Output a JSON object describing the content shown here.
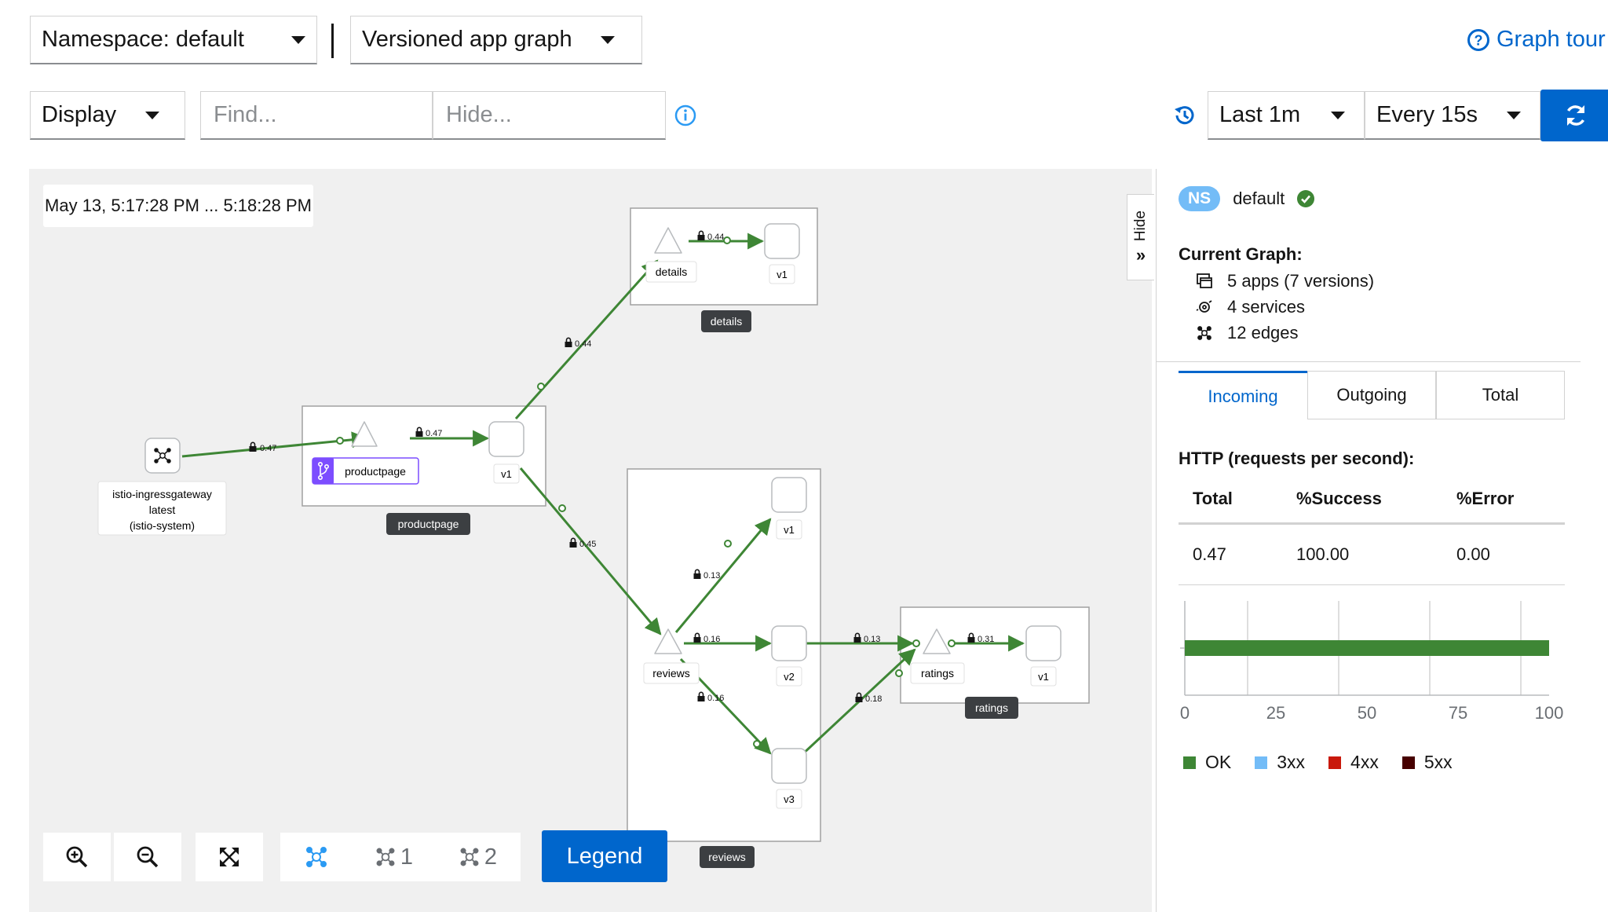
{
  "toolbar": {
    "namespace_label": "Namespace: default",
    "graph_type_label": "Versioned app graph",
    "graph_tour_label": "Graph tour",
    "display_label": "Display",
    "find_placeholder": "Find...",
    "hide_placeholder": "Hide...",
    "duration_label": "Last 1m",
    "refresh_interval_label": "Every 15s"
  },
  "graph": {
    "timestamp": "May 13, 5:17:28 PM ... 5:18:28 PM",
    "hide_toggle_label": "Hide",
    "nodes": {
      "gateway": [
        "istio-ingressgateway",
        "latest",
        "(istio-system)"
      ],
      "productpage_service": "productpage",
      "productpage_v1": "v1",
      "productpage_box": "productpage",
      "details_service": "details",
      "details_v1": "v1",
      "details_box": "details",
      "reviews_service": "reviews",
      "reviews_v1": "v1",
      "reviews_v2": "v2",
      "reviews_v3": "v3",
      "reviews_box": "reviews",
      "ratings_service": "ratings",
      "ratings_v1": "v1",
      "ratings_box": "ratings"
    },
    "edges": {
      "gateway_to_productpage": "0.47",
      "productpage_to_v1": "0.47",
      "to_details": "0.44",
      "details_to_v1": "0.44",
      "to_reviews": "0.45",
      "reviews_to_v1": "0.13",
      "reviews_to_v2": "0.16",
      "reviews_to_v3": "0.16",
      "v2_to_ratings": "0.13",
      "v3_to_ratings": "0.18",
      "ratings_to_v1": "0.31"
    },
    "edge_color": "#3e8635",
    "bottom_toolbar": {
      "layout1_label": "1",
      "layout2_label": "2",
      "legend_label": "Legend"
    }
  },
  "side_panel": {
    "ns_badge": "NS",
    "namespace": "default",
    "current_graph_heading": "Current Graph:",
    "apps": "5 apps (7 versions)",
    "services": "4 services",
    "edges": "12 edges",
    "tabs": [
      "Incoming",
      "Outgoing",
      "Total"
    ],
    "http_heading": "HTTP (requests per second):",
    "table": {
      "headers": [
        "Total",
        "%Success",
        "%Error"
      ],
      "row": [
        "0.47",
        "100.00",
        "0.00"
      ]
    },
    "chart_ticks": [
      "0",
      "25",
      "50",
      "75",
      "100"
    ],
    "legend": [
      {
        "label": "OK",
        "color": "#3e8635"
      },
      {
        "label": "3xx",
        "color": "#73bcf7"
      },
      {
        "label": "4xx",
        "color": "#c9190b"
      },
      {
        "label": "5xx",
        "color": "#470000"
      }
    ]
  },
  "chart_data": {
    "type": "bar",
    "categories": [
      ""
    ],
    "series": [
      {
        "name": "OK",
        "values": [
          100
        ]
      },
      {
        "name": "3xx",
        "values": [
          0
        ]
      },
      {
        "name": "4xx",
        "values": [
          0
        ]
      },
      {
        "name": "5xx",
        "values": [
          0
        ]
      }
    ],
    "xlim": [
      0,
      100
    ],
    "legend": "bottom"
  }
}
